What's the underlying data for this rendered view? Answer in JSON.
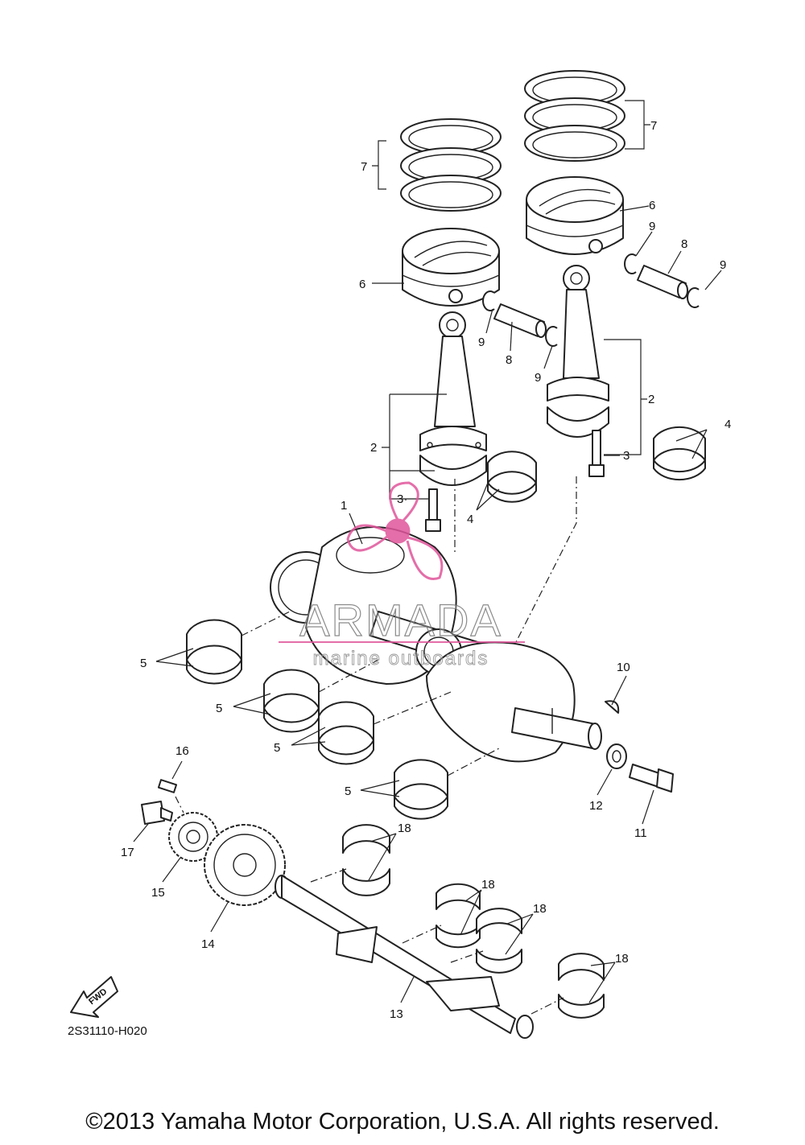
{
  "diagram": {
    "callouts": {
      "c1": "1",
      "c2a": "2",
      "c2b": "2",
      "c3a": "3",
      "c3b": "3",
      "c4a": "4",
      "c4b": "4",
      "c5a": "5",
      "c5b": "5",
      "c5c": "5",
      "c5d": "5",
      "c6a": "6",
      "c6b": "6",
      "c7a": "7",
      "c7b": "7",
      "c8a": "8",
      "c8b": "8",
      "c9a": "9",
      "c9b": "9",
      "c9c": "9",
      "c9d": "9",
      "c10": "10",
      "c11": "11",
      "c12": "12",
      "c13": "13",
      "c14": "14",
      "c15": "15",
      "c16": "16",
      "c17": "17",
      "c18a": "18",
      "c18b": "18",
      "c18c": "18",
      "c18d": "18"
    },
    "fwd_label": "FWD",
    "drawing_code": "2S31110-H020",
    "copyright": "©2013 Yamaha Motor Corporation, U.S.A. All rights reserved.",
    "watermark": {
      "brand": "ARMADA",
      "tagline": "marine outboards",
      "color": "#e0559b"
    }
  }
}
